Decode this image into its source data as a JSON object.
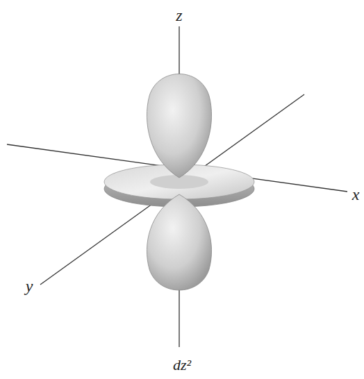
{
  "diagram": {
    "labels": [
      "z",
      "x",
      "y",
      "dz²"
    ]
  }
}
